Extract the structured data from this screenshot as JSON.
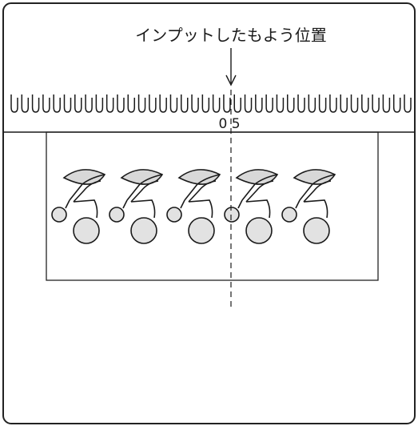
{
  "caption": "インプットしたもよう位置",
  "needle_number": "0 5",
  "needle_count": 38,
  "motif_count": 5,
  "colors": {
    "line": "#1a1a1a",
    "leaf_fill": "#d8d8d8",
    "cherry_fill": "#e2e2e2",
    "frame": "#222222",
    "background": "#ffffff"
  },
  "icons": {
    "motif": "cherry-icon",
    "arrow": "down-arrow-icon"
  }
}
